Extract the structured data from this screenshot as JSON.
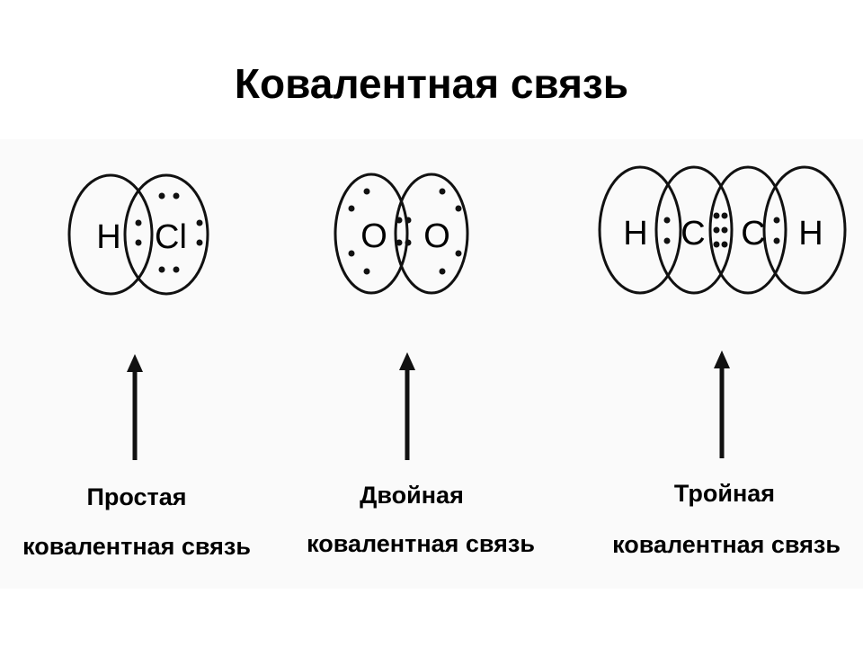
{
  "title": "Ковалентная связь",
  "molecules": [
    {
      "atoms": [
        "H",
        "Cl"
      ],
      "bond_name": "Простая",
      "bond_sub": "ковалентная связь"
    },
    {
      "atoms": [
        "O",
        "O"
      ],
      "bond_name": "Двойная",
      "bond_sub": "ковалентная связь"
    },
    {
      "atoms": [
        "H",
        "C",
        "C",
        "H"
      ],
      "bond_name": "Тройная",
      "bond_sub": "ковалентная связь"
    }
  ],
  "colors": {
    "ink": "#111111",
    "background": "#ffffff"
  }
}
